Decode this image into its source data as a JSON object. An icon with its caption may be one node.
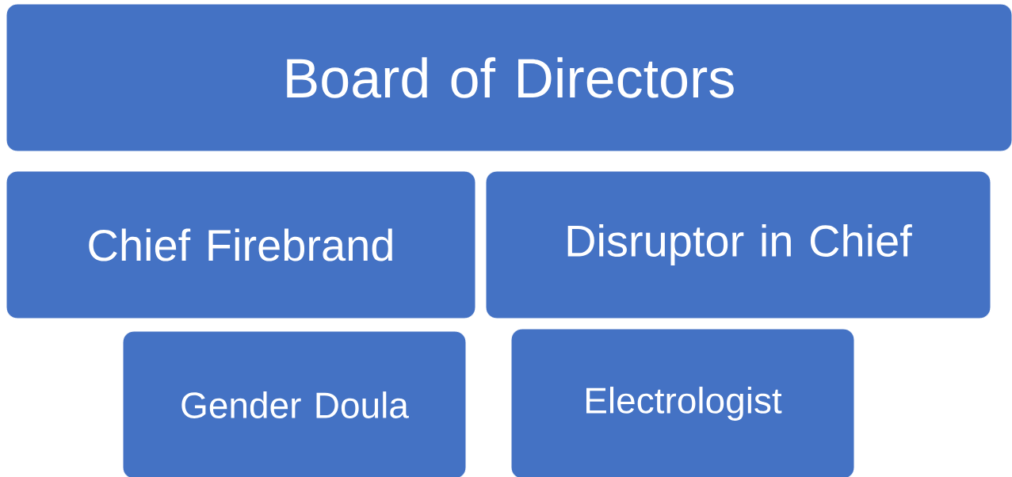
{
  "diagram": {
    "nodes": [
      {
        "text": [
          "Board of Directors"
        ]
      },
      {
        "text": [
          "Chief Firebrand"
        ]
      },
      {
        "text": [
          "Disruptor in Chief"
        ]
      },
      {
        "text": [
          "Gender Doula"
        ]
      },
      {
        "text": [
          "Electrologist"
        ]
      }
    ]
  }
}
